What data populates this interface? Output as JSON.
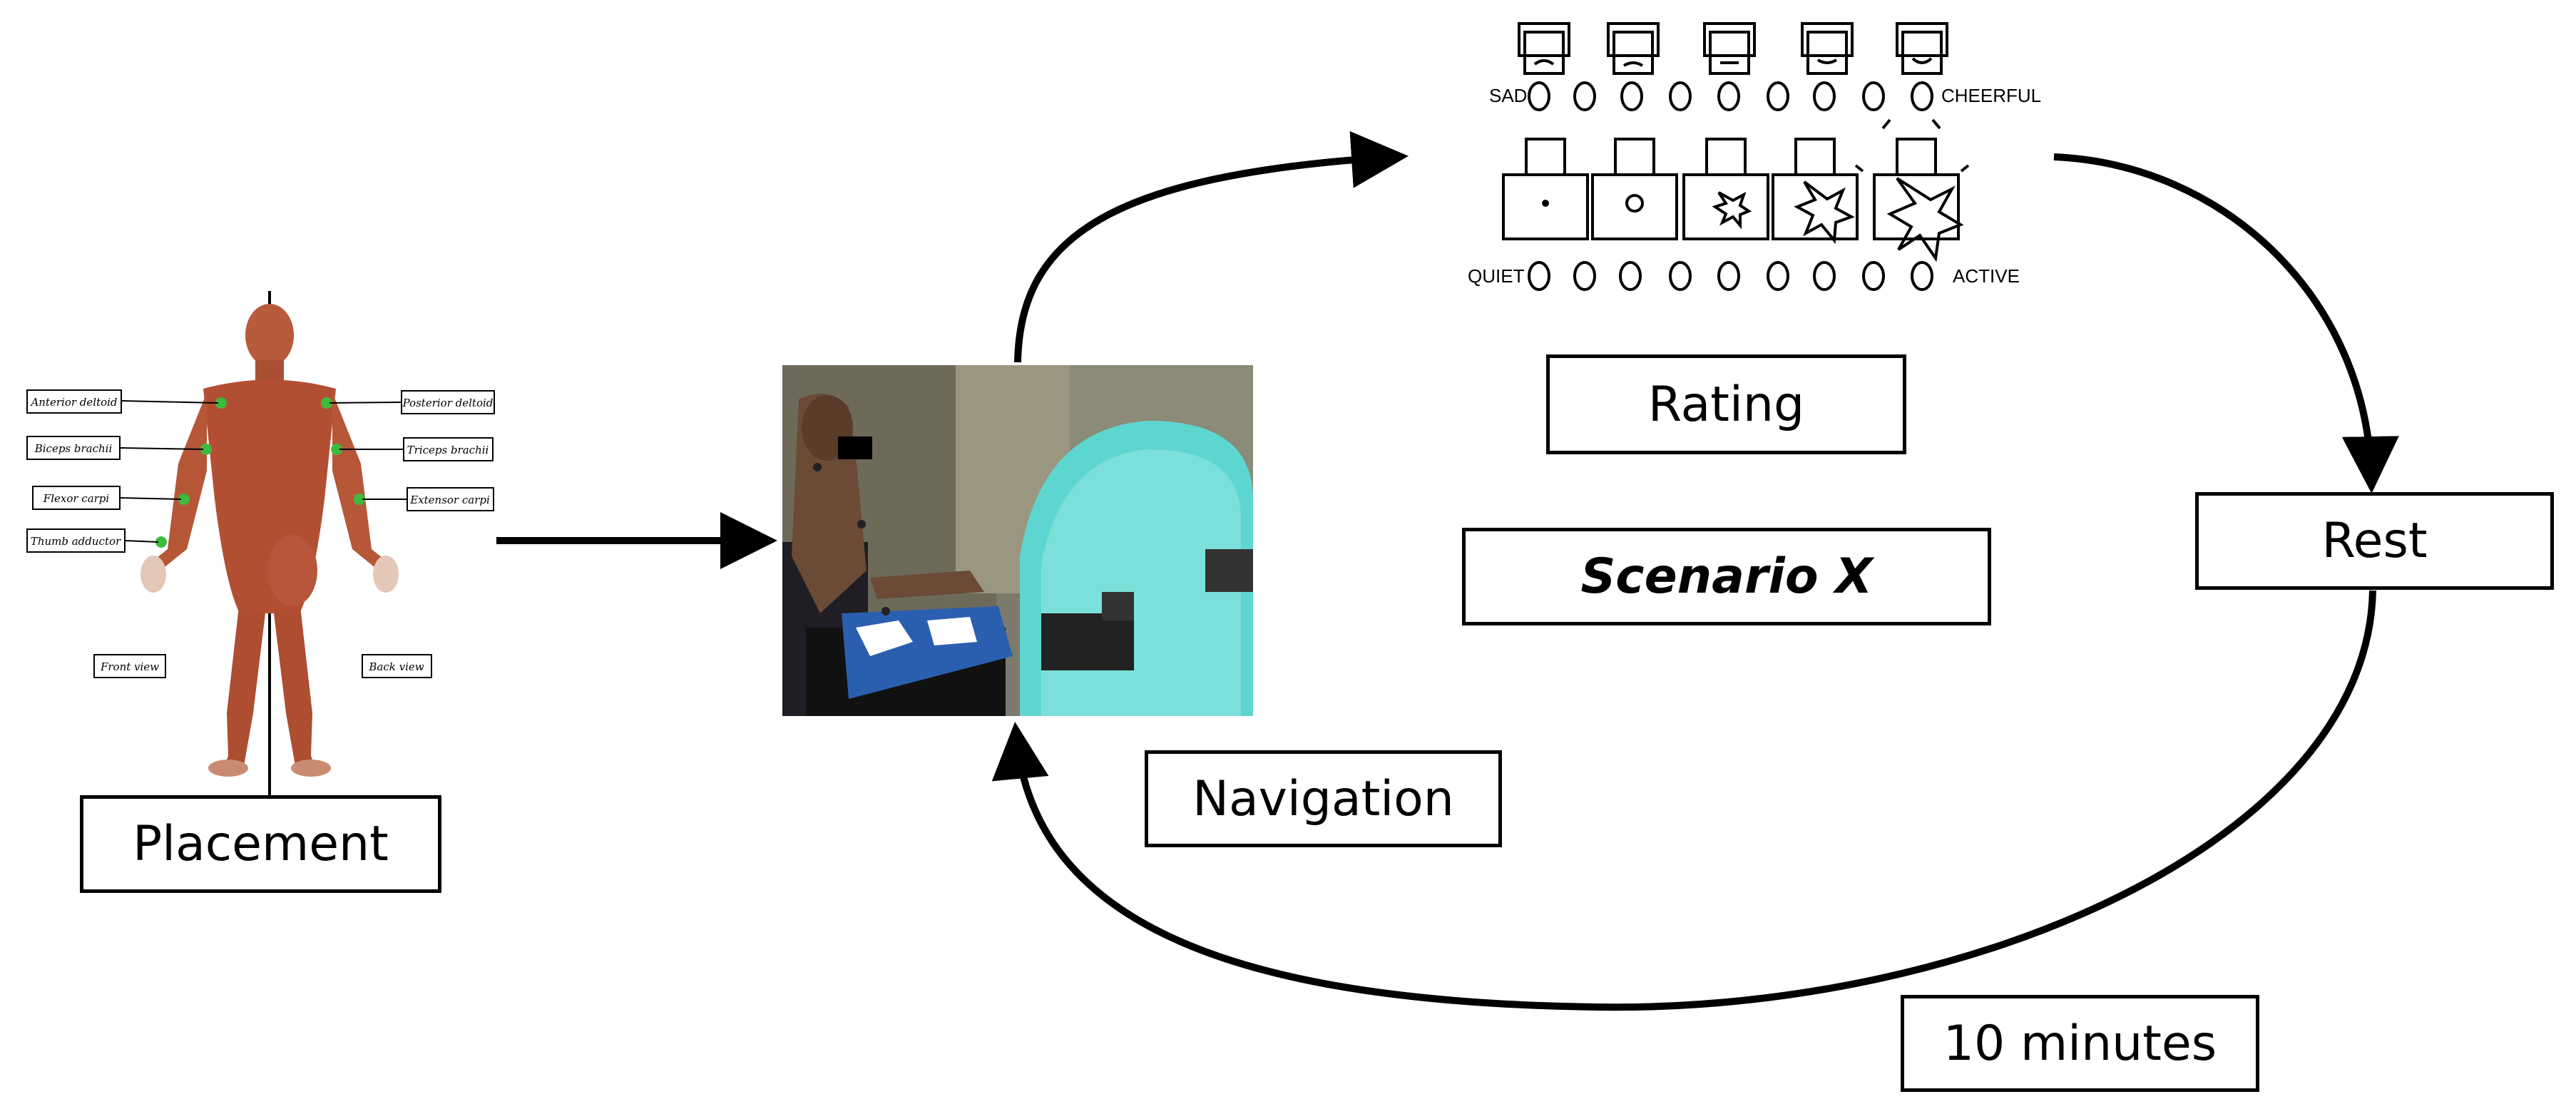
{
  "steps": {
    "placement": "Placement",
    "rating": "Rating",
    "scenario": "Scenario X",
    "rest": "Rest",
    "navigation": "Navigation",
    "duration": "10 minutes"
  },
  "body_figure": {
    "muscles": [
      "Anterior deltoid",
      "Biceps brachii",
      "Flexor carpi",
      "Thumb adductor",
      "Posterior deltoid",
      "Triceps brachii",
      "Extensor carpi"
    ],
    "views": [
      "Front view",
      "Back view"
    ]
  },
  "sam_scale": {
    "valence_low": "SAD",
    "valence_high": "CHEERFUL",
    "arousal_low": "QUIET",
    "arousal_high": "ACTIVE"
  },
  "colors": {
    "line": "#000000",
    "electrode": "#3dbb3d",
    "screen": "#5ed6d0"
  },
  "icons": [
    "body-figure",
    "photo",
    "sam-face",
    "arrow"
  ]
}
